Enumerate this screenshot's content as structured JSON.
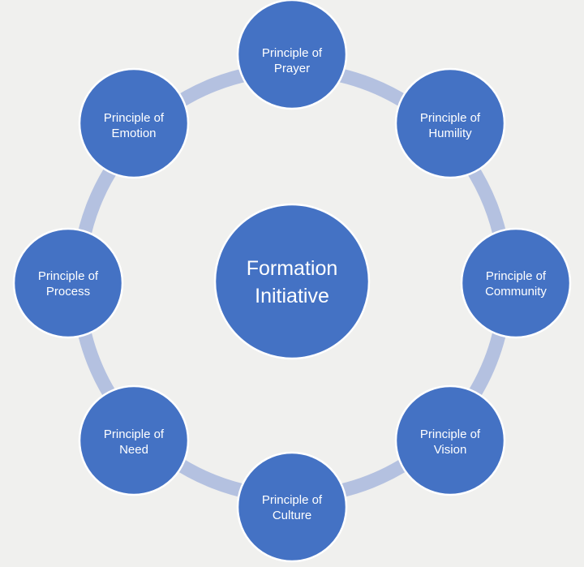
{
  "diagram": {
    "center": {
      "line1": "Formation",
      "line2": "Initiative"
    },
    "nodes": [
      {
        "id": "prayer",
        "line1": "Principle of",
        "line2": "Prayer"
      },
      {
        "id": "humility",
        "line1": "Principle of",
        "line2": "Humility"
      },
      {
        "id": "community",
        "line1": "Principle of",
        "line2": "Community"
      },
      {
        "id": "vision",
        "line1": "Principle of",
        "line2": "Vision"
      },
      {
        "id": "culture",
        "line1": "Principle of",
        "line2": "Culture"
      },
      {
        "id": "need",
        "line1": "Principle of",
        "line2": "Need"
      },
      {
        "id": "process",
        "line1": "Principle of",
        "line2": "Process"
      },
      {
        "id": "emotion",
        "line1": "Principle of",
        "line2": "Emotion"
      }
    ]
  },
  "colors": {
    "background": "#f0f0ee",
    "node_fill": "#4472c4",
    "node_stroke": "#ffffff",
    "ring": "#b4c1e0",
    "label": "#ffffff"
  }
}
